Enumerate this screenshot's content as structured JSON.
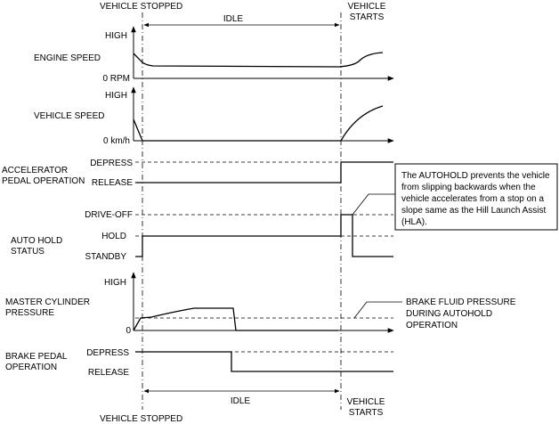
{
  "header": {
    "vehicle_stopped": "VEHICLE STOPPED",
    "idle": "IDLE",
    "vehicle_starts_1": "VEHICLE",
    "vehicle_starts_2": "STARTS"
  },
  "engine_speed": {
    "label": "ENGINE SPEED",
    "high": "HIGH",
    "zero": "0 RPM"
  },
  "vehicle_speed": {
    "label": "VEHICLE SPEED",
    "high": "HIGH",
    "zero": "0 km/h"
  },
  "accelerator": {
    "label_1": "ACCELERATOR",
    "label_2": "PEDAL OPERATION",
    "depress": "DEPRESS",
    "release": "RELEASE"
  },
  "auto_hold": {
    "label_1": "AUTO HOLD",
    "label_2": "STATUS",
    "drive_off": "DRIVE-OFF",
    "hold": "HOLD",
    "standby": "STANDBY"
  },
  "master_cylinder": {
    "label_1": "MASTER CYLINDER",
    "label_2": "PRESSURE",
    "high": "HIGH",
    "zero": "0"
  },
  "brake_pedal": {
    "label_1": "BRAKE PEDAL",
    "label_2": "OPERATION",
    "depress": "DEPRESS",
    "release": "RELEASE"
  },
  "note": {
    "lines": [
      "The AUTOHOLD prevents the vehicle",
      "from slipping backwards when the",
      "vehicle accelerates from a stop on a",
      "slope same as the Hill Launch Assist",
      "(HLA)."
    ]
  },
  "brake_fluid_callout": {
    "lines": [
      "BRAKE FLUID PRESSURE",
      "DURING AUTOHOLD",
      "OPERATION"
    ]
  },
  "footer": {
    "idle": "IDLE",
    "vehicle_starts_1": "VEHICLE",
    "vehicle_starts_2": "STARTS",
    "vehicle_stopped": "VEHICLE STOPPED"
  }
}
